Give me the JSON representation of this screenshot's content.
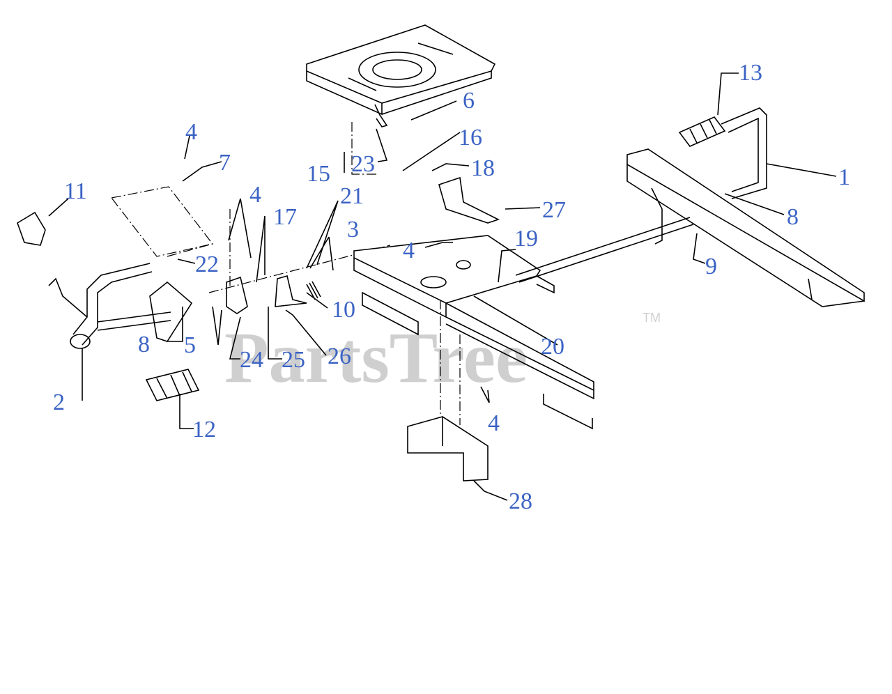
{
  "watermark": {
    "text": "PartsTree",
    "trademark": "TM"
  },
  "callouts": {
    "c1": "1",
    "c2": "2",
    "c3": "3",
    "c4a": "4",
    "c4b": "4",
    "c4c": "4",
    "c4d": "4",
    "c5": "5",
    "c6": "6",
    "c7": "7",
    "c8a": "8",
    "c8b": "8",
    "c9": "9",
    "c10": "10",
    "c11": "11",
    "c12": "12",
    "c13": "13",
    "c15": "15",
    "c16": "16",
    "c17": "17",
    "c18": "18",
    "c19": "19",
    "c20": "20",
    "c21": "21",
    "c22": "22",
    "c23": "23",
    "c24": "24",
    "c25": "25",
    "c26": "26",
    "c27": "27",
    "c28": "28"
  },
  "colors": {
    "callout": "#3b63c4",
    "line": "#000000",
    "watermark": "#cfcfcf"
  }
}
